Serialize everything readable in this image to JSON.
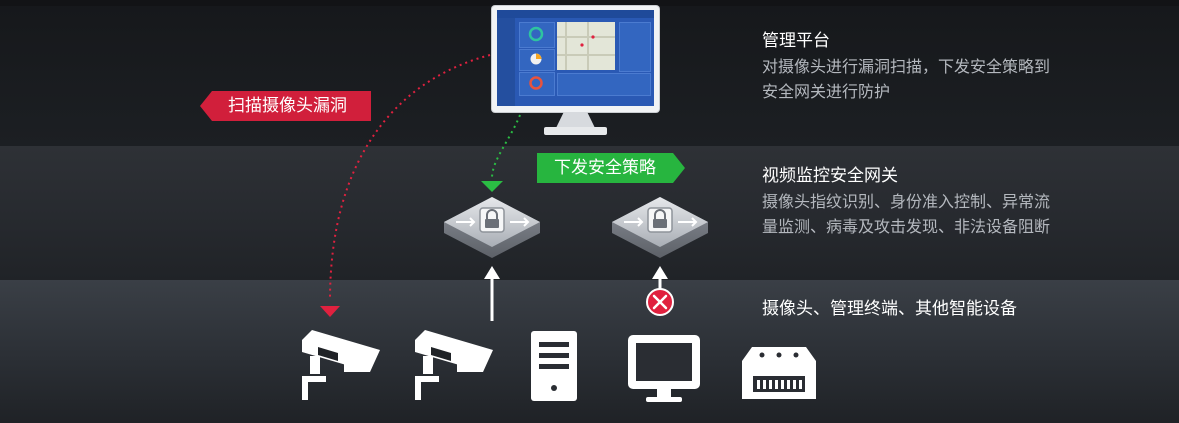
{
  "tiers": [
    {
      "title": "管理平台",
      "lines": [
        "对摄像头进行漏洞扫描，下发安全策略到",
        "安全网关进行防护"
      ]
    },
    {
      "title": "视频监控安全网关",
      "lines": [
        "摄像头指纹识别、身份准入控制、异常流",
        "量监测、病毒及攻击发现、非法设备阻断"
      ]
    },
    {
      "title": "摄像头、管理终端、其他智能设备",
      "lines": []
    }
  ],
  "tags": {
    "scan": "扫描摄像头漏洞",
    "policy": "下发安全策略"
  },
  "colors": {
    "scan_red": "#d11f3b",
    "policy_green": "#27b53f",
    "blocked": "#e0213f",
    "device_white": "#ffffff",
    "text_light": "#b4b8be"
  },
  "icons": [
    "monitor-icon",
    "gateway-icon",
    "gateway-icon",
    "camera-icon",
    "camera-icon",
    "server-tower-icon",
    "desktop-monitor-icon",
    "network-switch-icon",
    "blocked-icon"
  ]
}
